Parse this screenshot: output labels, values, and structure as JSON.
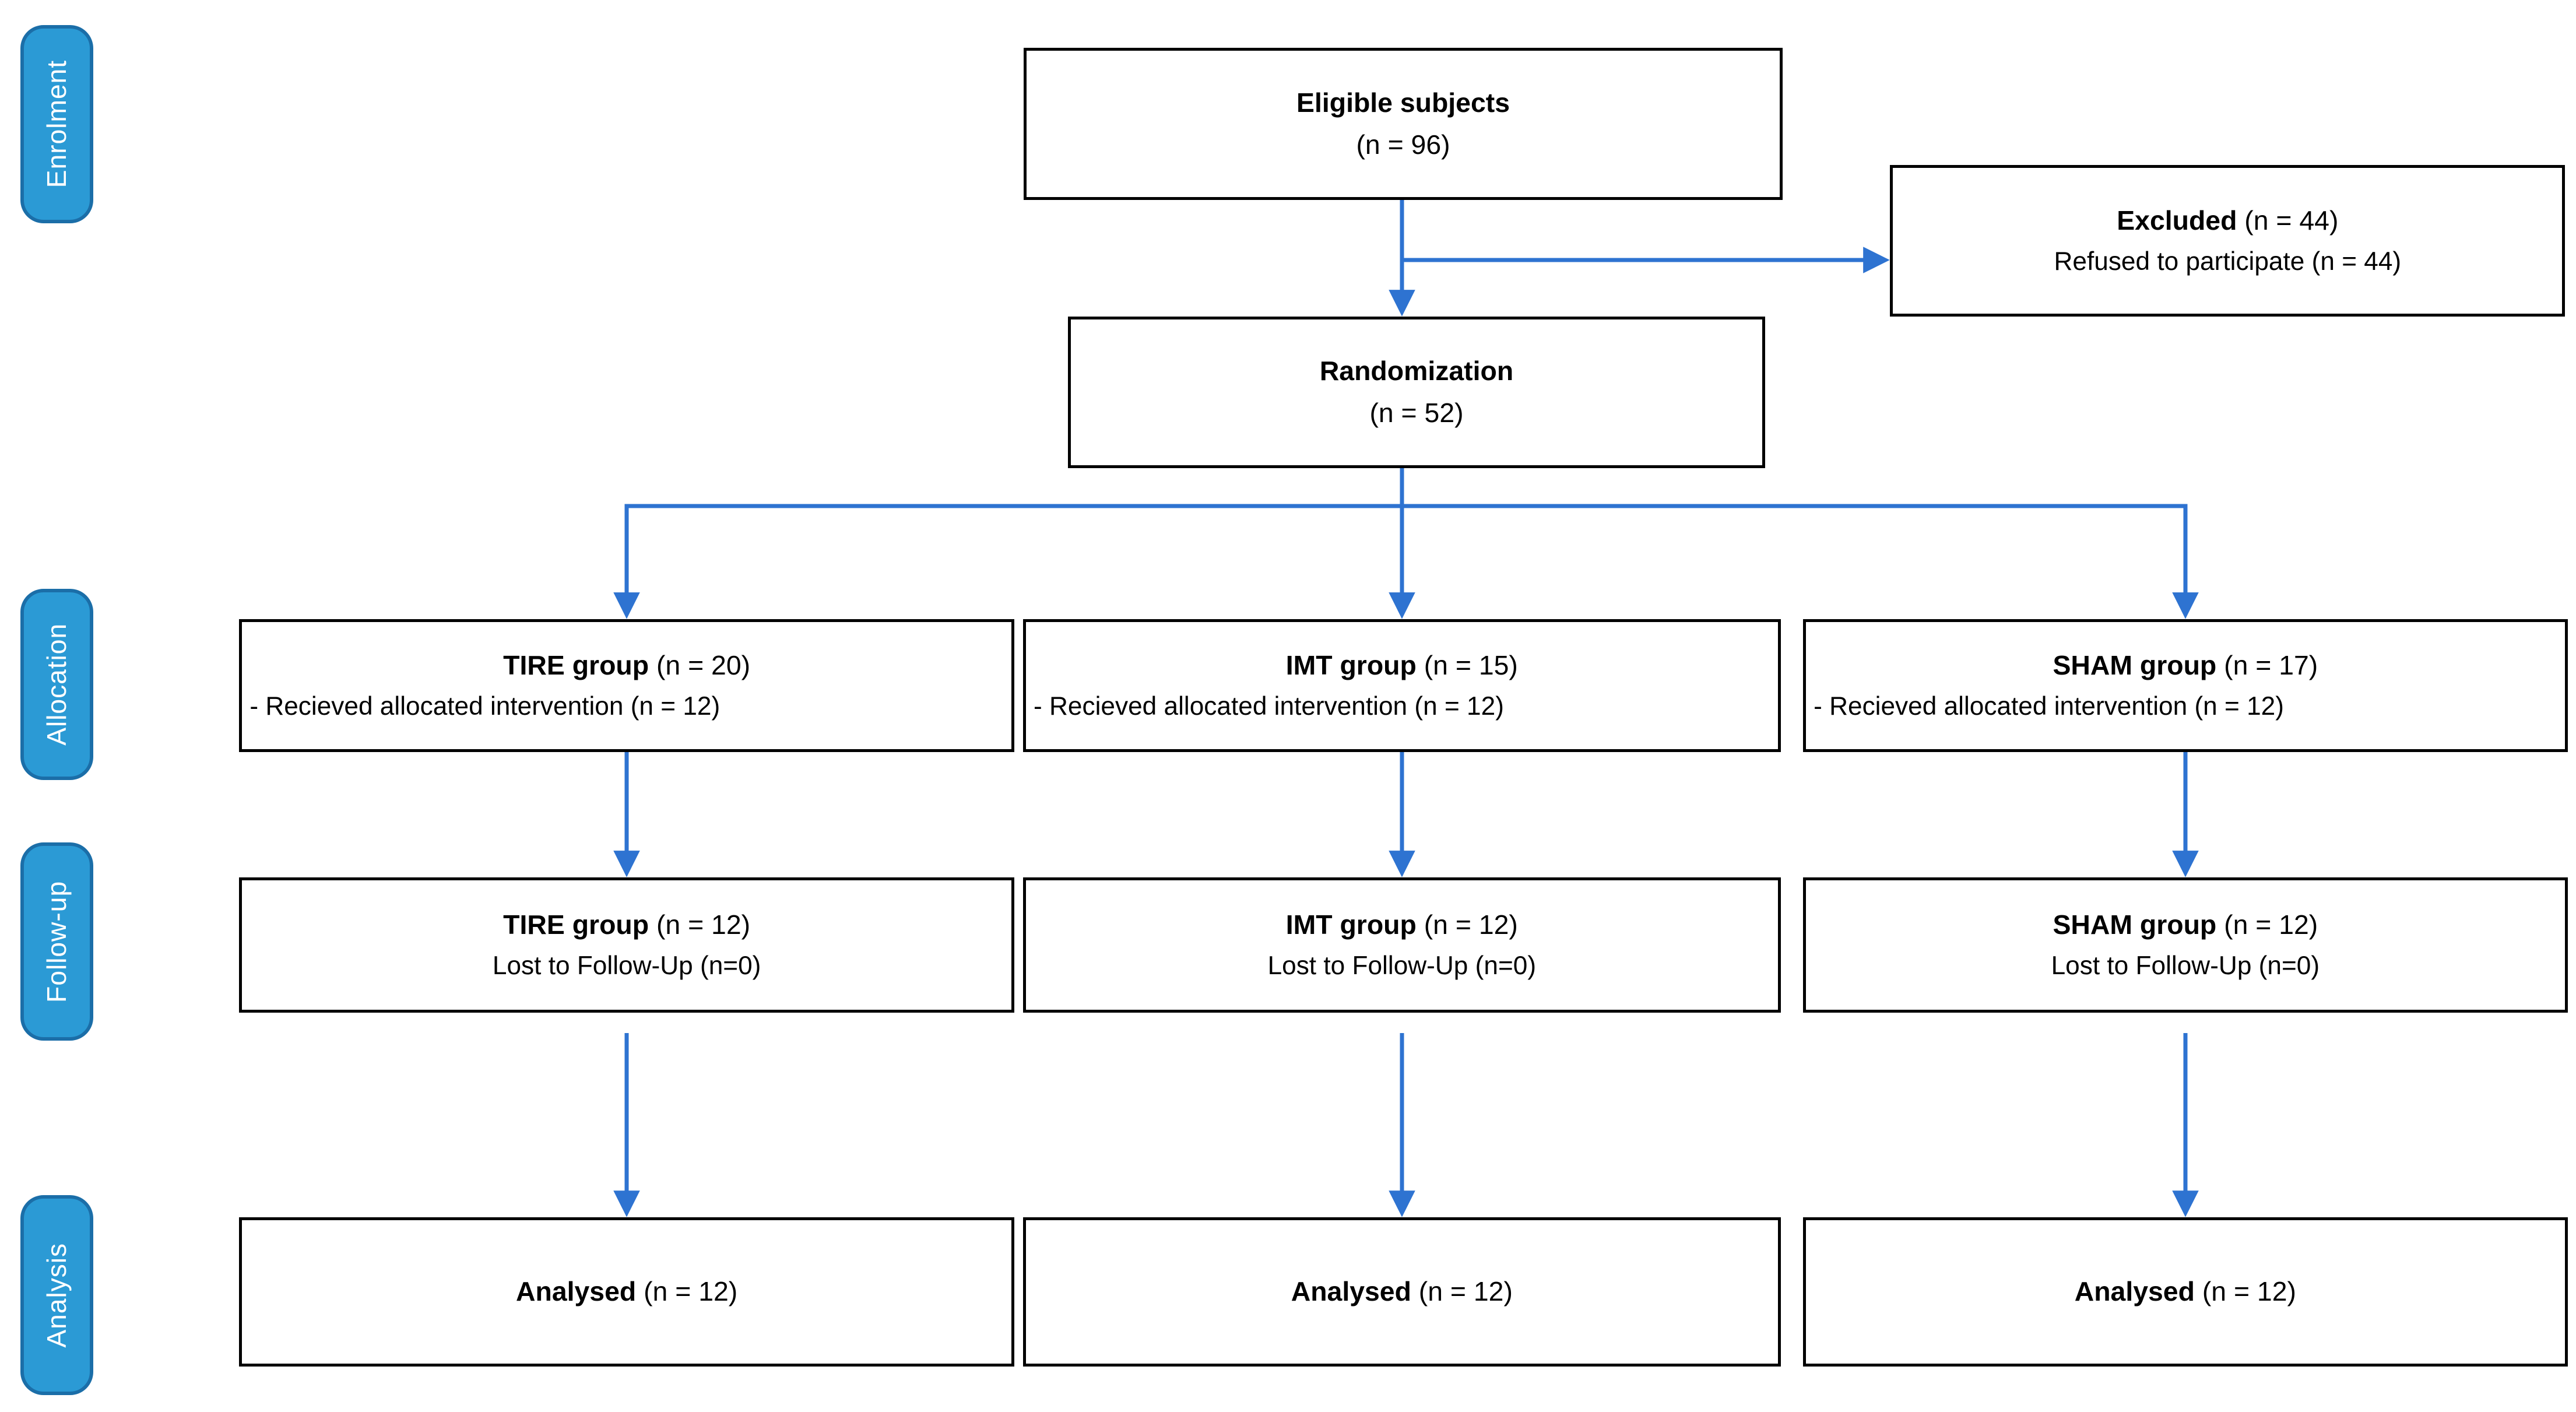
{
  "colors": {
    "label_fill": "#2B9AD5",
    "label_border": "#1B6EA8",
    "arrow": "#2E73D1",
    "box_border": "#000000",
    "box_fill": "#FFFFFF",
    "label_text": "#FFFFFF",
    "page_bg": "#FFFFFF"
  },
  "stages": [
    {
      "label": "Enrolment"
    },
    {
      "label": "Allocation"
    },
    {
      "label": "Follow-up"
    },
    {
      "label": "Analysis"
    }
  ],
  "boxes": {
    "eligible": {
      "title": "Eligible subjects",
      "count": "(n = 96)"
    },
    "excluded": {
      "title": "Excluded",
      "count": "(n = 44)",
      "detail": "Refused to participate (n = 44)"
    },
    "randomization": {
      "title": "Randomization",
      "count": "(n = 52)"
    },
    "allocation": [
      {
        "title": "TIRE group",
        "count": "(n = 20)",
        "detail": "- Recieved allocated intervention (n = 12)"
      },
      {
        "title": "IMT group",
        "count": "(n = 15)",
        "detail": "- Recieved allocated intervention (n = 12)"
      },
      {
        "title": "SHAM group",
        "count": "(n = 17)",
        "detail": "- Recieved allocated intervention (n = 12)"
      }
    ],
    "follow_up": [
      {
        "title": "TIRE group",
        "count": "(n = 12)",
        "detail": "Lost to Follow-Up (n=0)"
      },
      {
        "title": "IMT group",
        "count": "(n = 12)",
        "detail": "Lost to Follow-Up (n=0)"
      },
      {
        "title": "SHAM group",
        "count": "(n = 12)",
        "detail": "Lost to Follow-Up (n=0)"
      }
    ],
    "analysis": [
      {
        "title": "Analysed",
        "count": "(n = 12)"
      },
      {
        "title": "Analysed",
        "count": "(n = 12)"
      },
      {
        "title": "Analysed",
        "count": "(n = 12)"
      }
    ]
  }
}
